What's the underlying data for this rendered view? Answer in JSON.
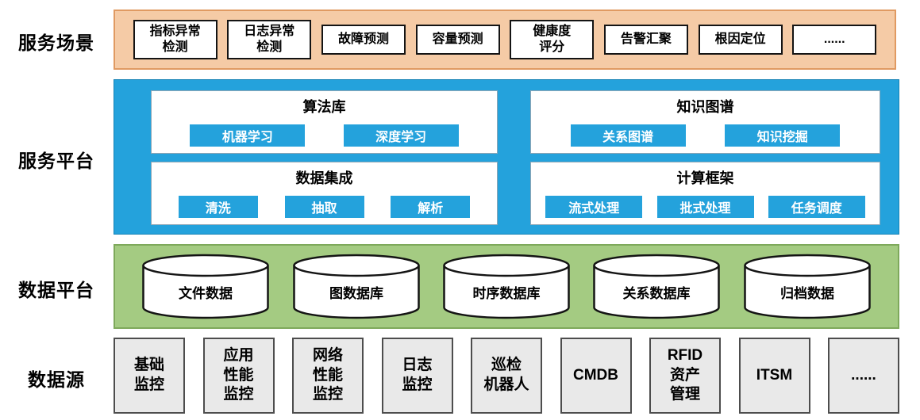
{
  "colors": {
    "scenario_band": "#F5CBA6",
    "scenario_border": "#E09A62",
    "platform_band": "#24A2DC",
    "button": "#24A2DC",
    "data_band": "#A4CB82",
    "data_border": "#7EA95B",
    "source_box": "#E9E9E9"
  },
  "scenarios": {
    "label": "服务场景",
    "items": [
      "指标异常\n检测",
      "日志异常\n检测",
      "故障预测",
      "容量预测",
      "健康度\n评分",
      "告警汇聚",
      "根因定位",
      "......"
    ]
  },
  "platform": {
    "label": "服务平台",
    "panels": [
      {
        "title": "算法库",
        "buttons": [
          "机器学习",
          "深度学习"
        ]
      },
      {
        "title": "知识图谱",
        "buttons": [
          "关系图谱",
          "知识挖掘"
        ]
      },
      {
        "title": "数据集成",
        "buttons": [
          "清洗",
          "抽取",
          "解析"
        ]
      },
      {
        "title": "计算框架",
        "buttons": [
          "流式处理",
          "批式处理",
          "任务调度"
        ]
      }
    ]
  },
  "data_platform": {
    "label": "数据平台",
    "databases": [
      "文件数据",
      "图数据库",
      "时序数据库",
      "关系数据库",
      "归档数据"
    ]
  },
  "sources": {
    "label": "数据源",
    "items": [
      "基础\n监控",
      "应用\n性能\n监控",
      "网络\n性能\n监控",
      "日志\n监控",
      "巡检\n机器人",
      "CMDB",
      "RFID\n资产\n管理",
      "ITSM",
      "......"
    ]
  }
}
